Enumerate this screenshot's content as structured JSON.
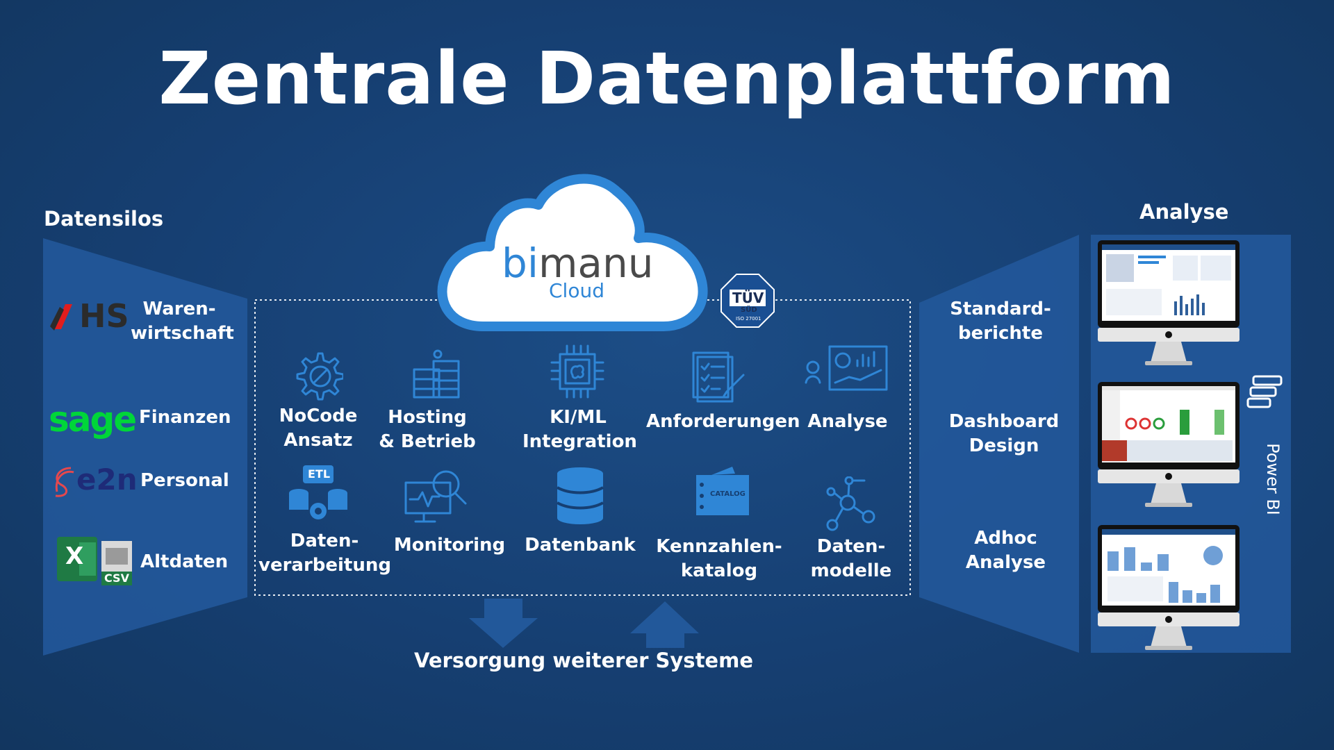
{
  "title": "Zentrale Datenplattform",
  "left": {
    "heading": "Datensilos",
    "items": [
      {
        "logo": "HS",
        "label": "Waren-\nwirtschaft",
        "logo_color": "#2b2b2b",
        "accent": "#e11d1d"
      },
      {
        "logo": "sage",
        "label": "Finanzen",
        "logo_color": "#00d639"
      },
      {
        "logo": "e2n",
        "label": "Personal",
        "logo_color": "#1e2b78",
        "accent": "#e5484d"
      },
      {
        "logo": "CSV",
        "label": "Altdaten",
        "excel_letter": "X",
        "logo_color": "#1f7a44"
      }
    ]
  },
  "center": {
    "brand_bi": "bi",
    "brand_manu": "manu",
    "brand_sub": "Cloud",
    "badge_main": "TÜV",
    "badge_sub": "SÜD",
    "badge_iso": "ISO 27001",
    "services_top": [
      {
        "icon": "gear-icon",
        "label": "NoCode\nAnsatz"
      },
      {
        "icon": "server-icon",
        "label": "Hosting\n& Betrieb"
      },
      {
        "icon": "chip-icon",
        "label": "KI/ML\nIntegration"
      },
      {
        "icon": "checklist-icon",
        "label": "Anforderungen"
      },
      {
        "icon": "analytics-icon",
        "label": "Analyse"
      }
    ],
    "services_bottom": [
      {
        "icon": "etl-icon",
        "etl": "ETL",
        "label": "Daten-\nverarbeitung"
      },
      {
        "icon": "monitor-search-icon",
        "label": "Monitoring"
      },
      {
        "icon": "database-icon",
        "label": "Datenbank"
      },
      {
        "icon": "catalog-icon",
        "catalog": "CATALOG",
        "label": "Kennzahlen-\nkatalog"
      },
      {
        "icon": "network-icon",
        "label": "Daten-\nmodelle"
      }
    ],
    "footer": "Versorgung weiterer Systeme"
  },
  "right": {
    "heading": "Analyse",
    "items": [
      "Standard-\nberichte",
      "Dashboard\nDesign",
      "Adhoc\nAnalyse"
    ],
    "vendor": "Power BI"
  },
  "colors": {
    "background": "#163f72",
    "panel": "#22589a",
    "icon": "#2f86d6",
    "cloud_fill": "#ffffff",
    "cloud_border": "#2f86d6"
  }
}
